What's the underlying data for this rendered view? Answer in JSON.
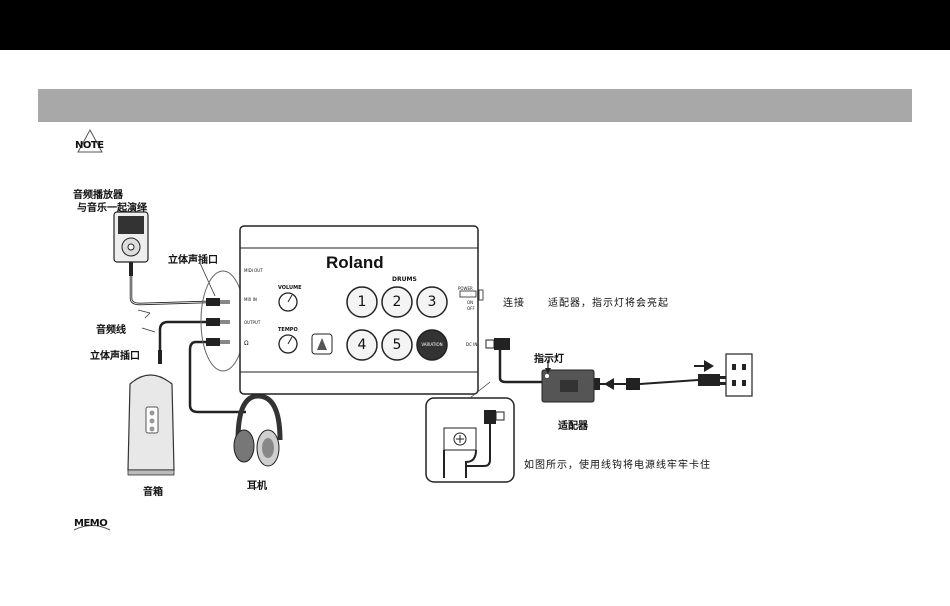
{
  "badges": {
    "note": "NOTE",
    "memo": "MEMO"
  },
  "labels": {
    "audio_player_line1": "音频播放器",
    "audio_player_line2": "与音乐一起演绎",
    "stereo_jack_top": "立体声插口",
    "audio_cable": "音频线",
    "stereo_jack_bottom": "立体声插口",
    "speaker": "音箱",
    "headphones": "耳机",
    "connect": "连接",
    "adapter_indicator_note": "适配器，指示灯将会亮起",
    "indicator_light": "指示灯",
    "adapter": "适配器",
    "cord_hook_note": "如图所示，使用线钩将电源线牢牢卡住"
  },
  "device": {
    "brand": "Roland",
    "product": "DRUMS",
    "pads": [
      "1",
      "2",
      "3",
      "4",
      "5"
    ],
    "volume_label": "VOLUME",
    "tempo_label": "TEMPO",
    "midi_out_label": "MIDI OUT",
    "mix_in_label": "MIX IN",
    "output_label": "OUTPUT",
    "phones_label": "Ω",
    "dc_in_label": "DC IN",
    "power_label": "POWER",
    "power_on": "ON",
    "power_off": "OFF",
    "center_pad_label": "VARIATION"
  },
  "colors": {
    "topbar": "#000000",
    "section_bar": "#a8a8a8"
  }
}
